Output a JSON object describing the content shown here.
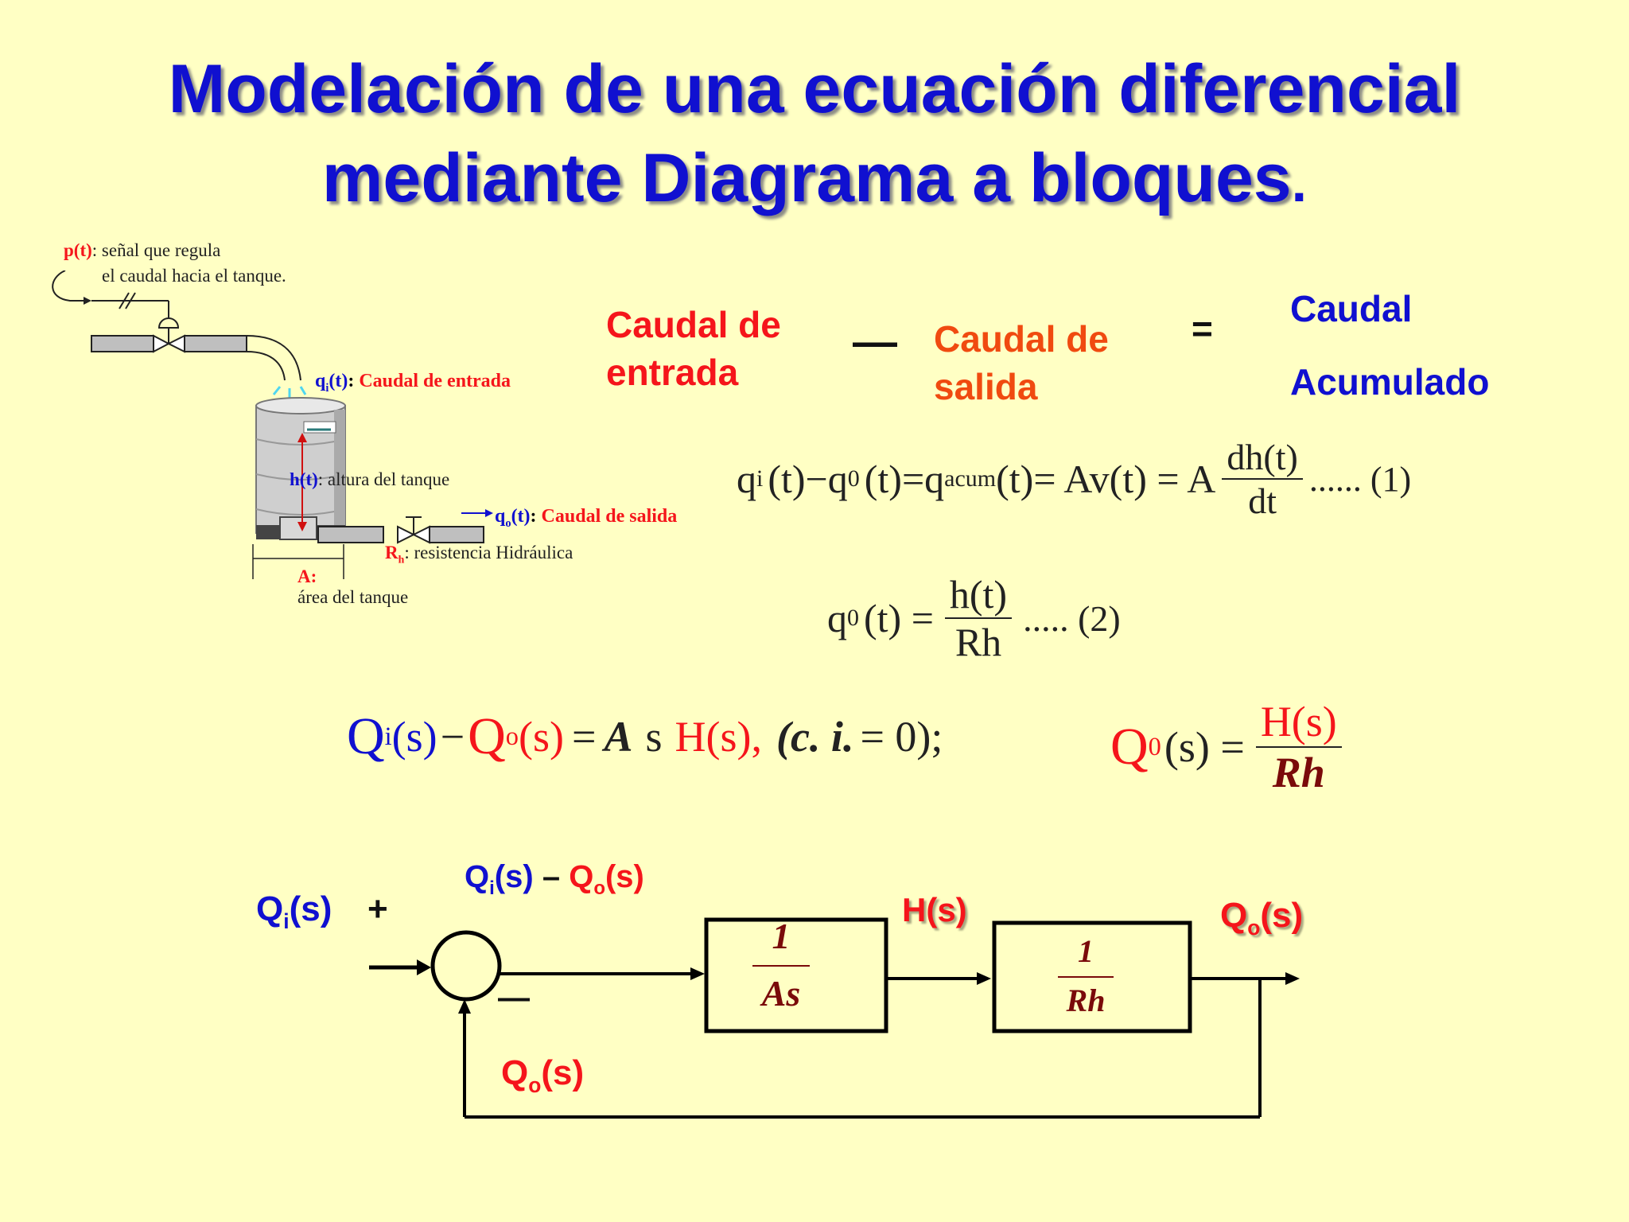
{
  "title": {
    "line1": "Modelación de una ecuación diferencial",
    "line2": "mediante Diagrama a bloques",
    "dot": "."
  },
  "tank": {
    "p_label": "p(t)",
    "p_desc1": ": señal que regula",
    "p_desc2": "el caudal hacia el tanque.",
    "qi_label": "q",
    "qi_sub": "i",
    "qi_t": "(t)",
    "qi_desc": "Caudal de entrada",
    "h_label": "h(t)",
    "h_desc": ": altura del tanque",
    "qo_label": "q",
    "qo_sub": "o",
    "qo_t": "(t)",
    "qo_desc": "Caudal de salida",
    "rh_label": "R",
    "rh_sub": "h",
    "rh_desc": ": resistencia Hidráulica",
    "a_label": "A:",
    "a_desc": "área del tanque"
  },
  "balance": {
    "in_1": "Caudal de",
    "in_2": "entrada",
    "minus": "—",
    "out_1": "Caudal de",
    "out_2": "salida",
    "equals": "=",
    "acc_1": "Caudal",
    "acc_2": "Acumulado"
  },
  "eq1": {
    "q": "q",
    "i": "i",
    "t1": "(t)",
    "minus": "−",
    "q0": "q",
    "zero": "0",
    "t2": "(t)",
    "eq": "=",
    "qacum": "q",
    "acum": "acum",
    "t3": "(t)",
    "eq2": "= Av(t) = A",
    "num": "dh(t)",
    "den": "dt",
    "tag": "...... (1)"
  },
  "eq2": {
    "q": "q",
    "zero": "0",
    "t": "(t) =",
    "num": "h(t)",
    "den": "Rh",
    "tag": "..... (2)"
  },
  "eq3": {
    "Q1": "Q",
    "i": "i",
    "s1": "(s)",
    "minus": "−",
    "Q2": "Q",
    "o": "o",
    "s2": "(s)",
    "eq": "=",
    "A": "A",
    "s": "s",
    "H": "H(s),",
    "ci": "(c. i.",
    "ci_rest": "= 0);",
    "Q3": "Q",
    "zero": "0",
    "s3": "(s) =",
    "num": "H(s)",
    "den": "Rh"
  },
  "block": {
    "input_Q": "Q",
    "input_i": "i",
    "input_s": "(s)",
    "plus": "+",
    "err_Q1": "Q",
    "err_i": "i",
    "err_s1": "(s)",
    "err_minus": "–",
    "err_Q2": "Q",
    "err_o": "o",
    "err_s2": "(s)",
    "block1_num": "1",
    "block1_den": "As",
    "mid": "H(s)",
    "block2_num": "1",
    "block2_den": "Rh",
    "out_Q": "Q",
    "out_o": "o",
    "out_s": "(s)",
    "fb_minus": "—",
    "fb_Q": "Q",
    "fb_o": "o",
    "fb_s": "(s)"
  }
}
